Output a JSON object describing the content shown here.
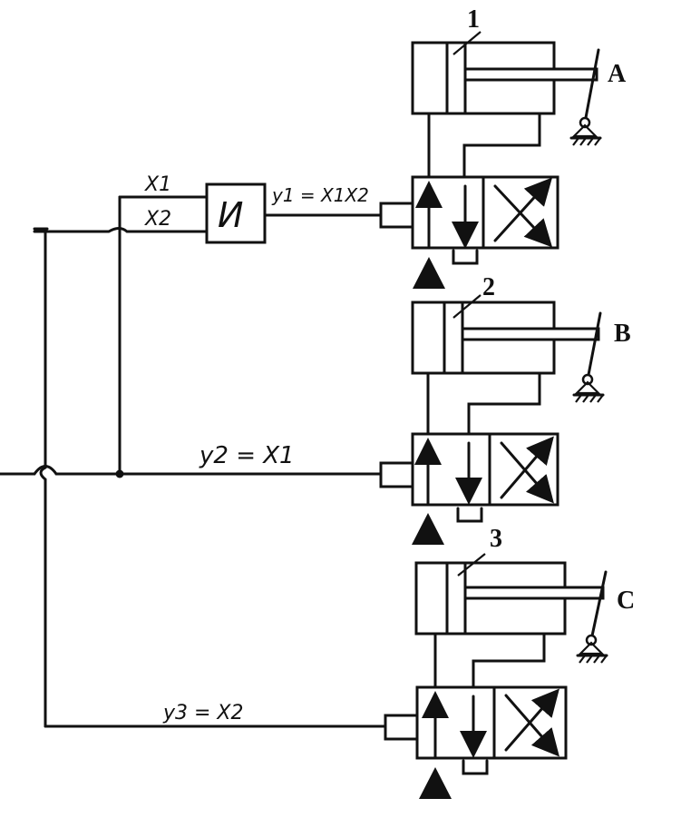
{
  "labels": {
    "x1": "X1",
    "x2": "X2",
    "and_gate": "И",
    "y1": "y1 = X1X2",
    "y2": "y2 = X1",
    "y3": "y3 = X2",
    "unit1": "1",
    "unit2": "2",
    "unit3": "3",
    "out_a": "A",
    "out_b": "B",
    "out_c": "C"
  }
}
